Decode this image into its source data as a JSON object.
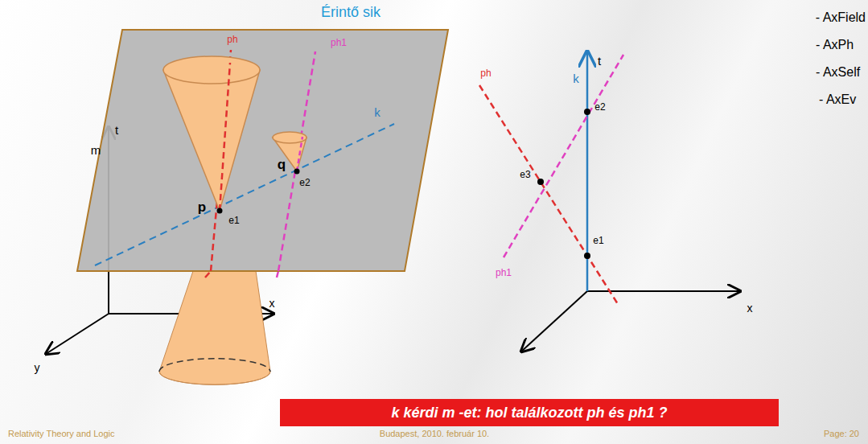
{
  "diagram": {
    "nodes": [
      {
        "text": [
          "k kérdi m -et: hol találkozott ph és ph1 ?"
        ]
      }
    ],
    "labels": [
      "Érintő sik",
      "ph",
      "ph1",
      "k",
      "t",
      "m",
      "q",
      "e2",
      "p",
      "e1",
      "x",
      "y",
      "ph",
      "t",
      "k",
      "e2",
      "e3",
      "e1",
      "ph1",
      "x",
      "- AxField",
      "- AxPh",
      "- AxSelf",
      "- AxEv",
      "Relativity Theory and Logic",
      "Budapest, 2010. február 10.",
      "Page: 20"
    ]
  }
}
